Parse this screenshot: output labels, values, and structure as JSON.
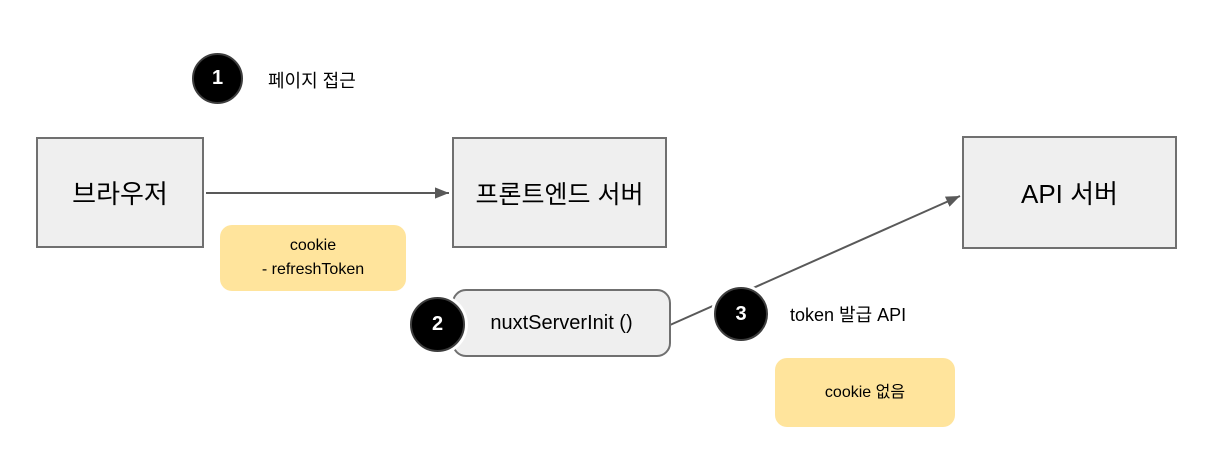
{
  "diagram": {
    "nodes": {
      "browser": {
        "label": "브라우저"
      },
      "frontend_server": {
        "label": "프론트엔드 서버"
      },
      "api_server": {
        "label": "API 서버"
      },
      "nuxt_server_init": {
        "label": "nuxtServerInit ()"
      }
    },
    "steps": {
      "step1": {
        "number": "1",
        "label": "페이지 접근"
      },
      "step2": {
        "number": "2"
      },
      "step3": {
        "number": "3",
        "label": "token 발급 API"
      }
    },
    "notes": {
      "cookie_refresh_token": {
        "line1": "cookie",
        "line2": "- refreshToken"
      },
      "cookie_none": {
        "line1": "cookie 없음"
      }
    },
    "colors": {
      "node_fill": "#efefef",
      "node_border": "#707070",
      "note_fill": "#ffe49c",
      "badge_fill": "#000000",
      "badge_text": "#ffffff",
      "arrow": "#595959",
      "text": "#000000"
    }
  }
}
